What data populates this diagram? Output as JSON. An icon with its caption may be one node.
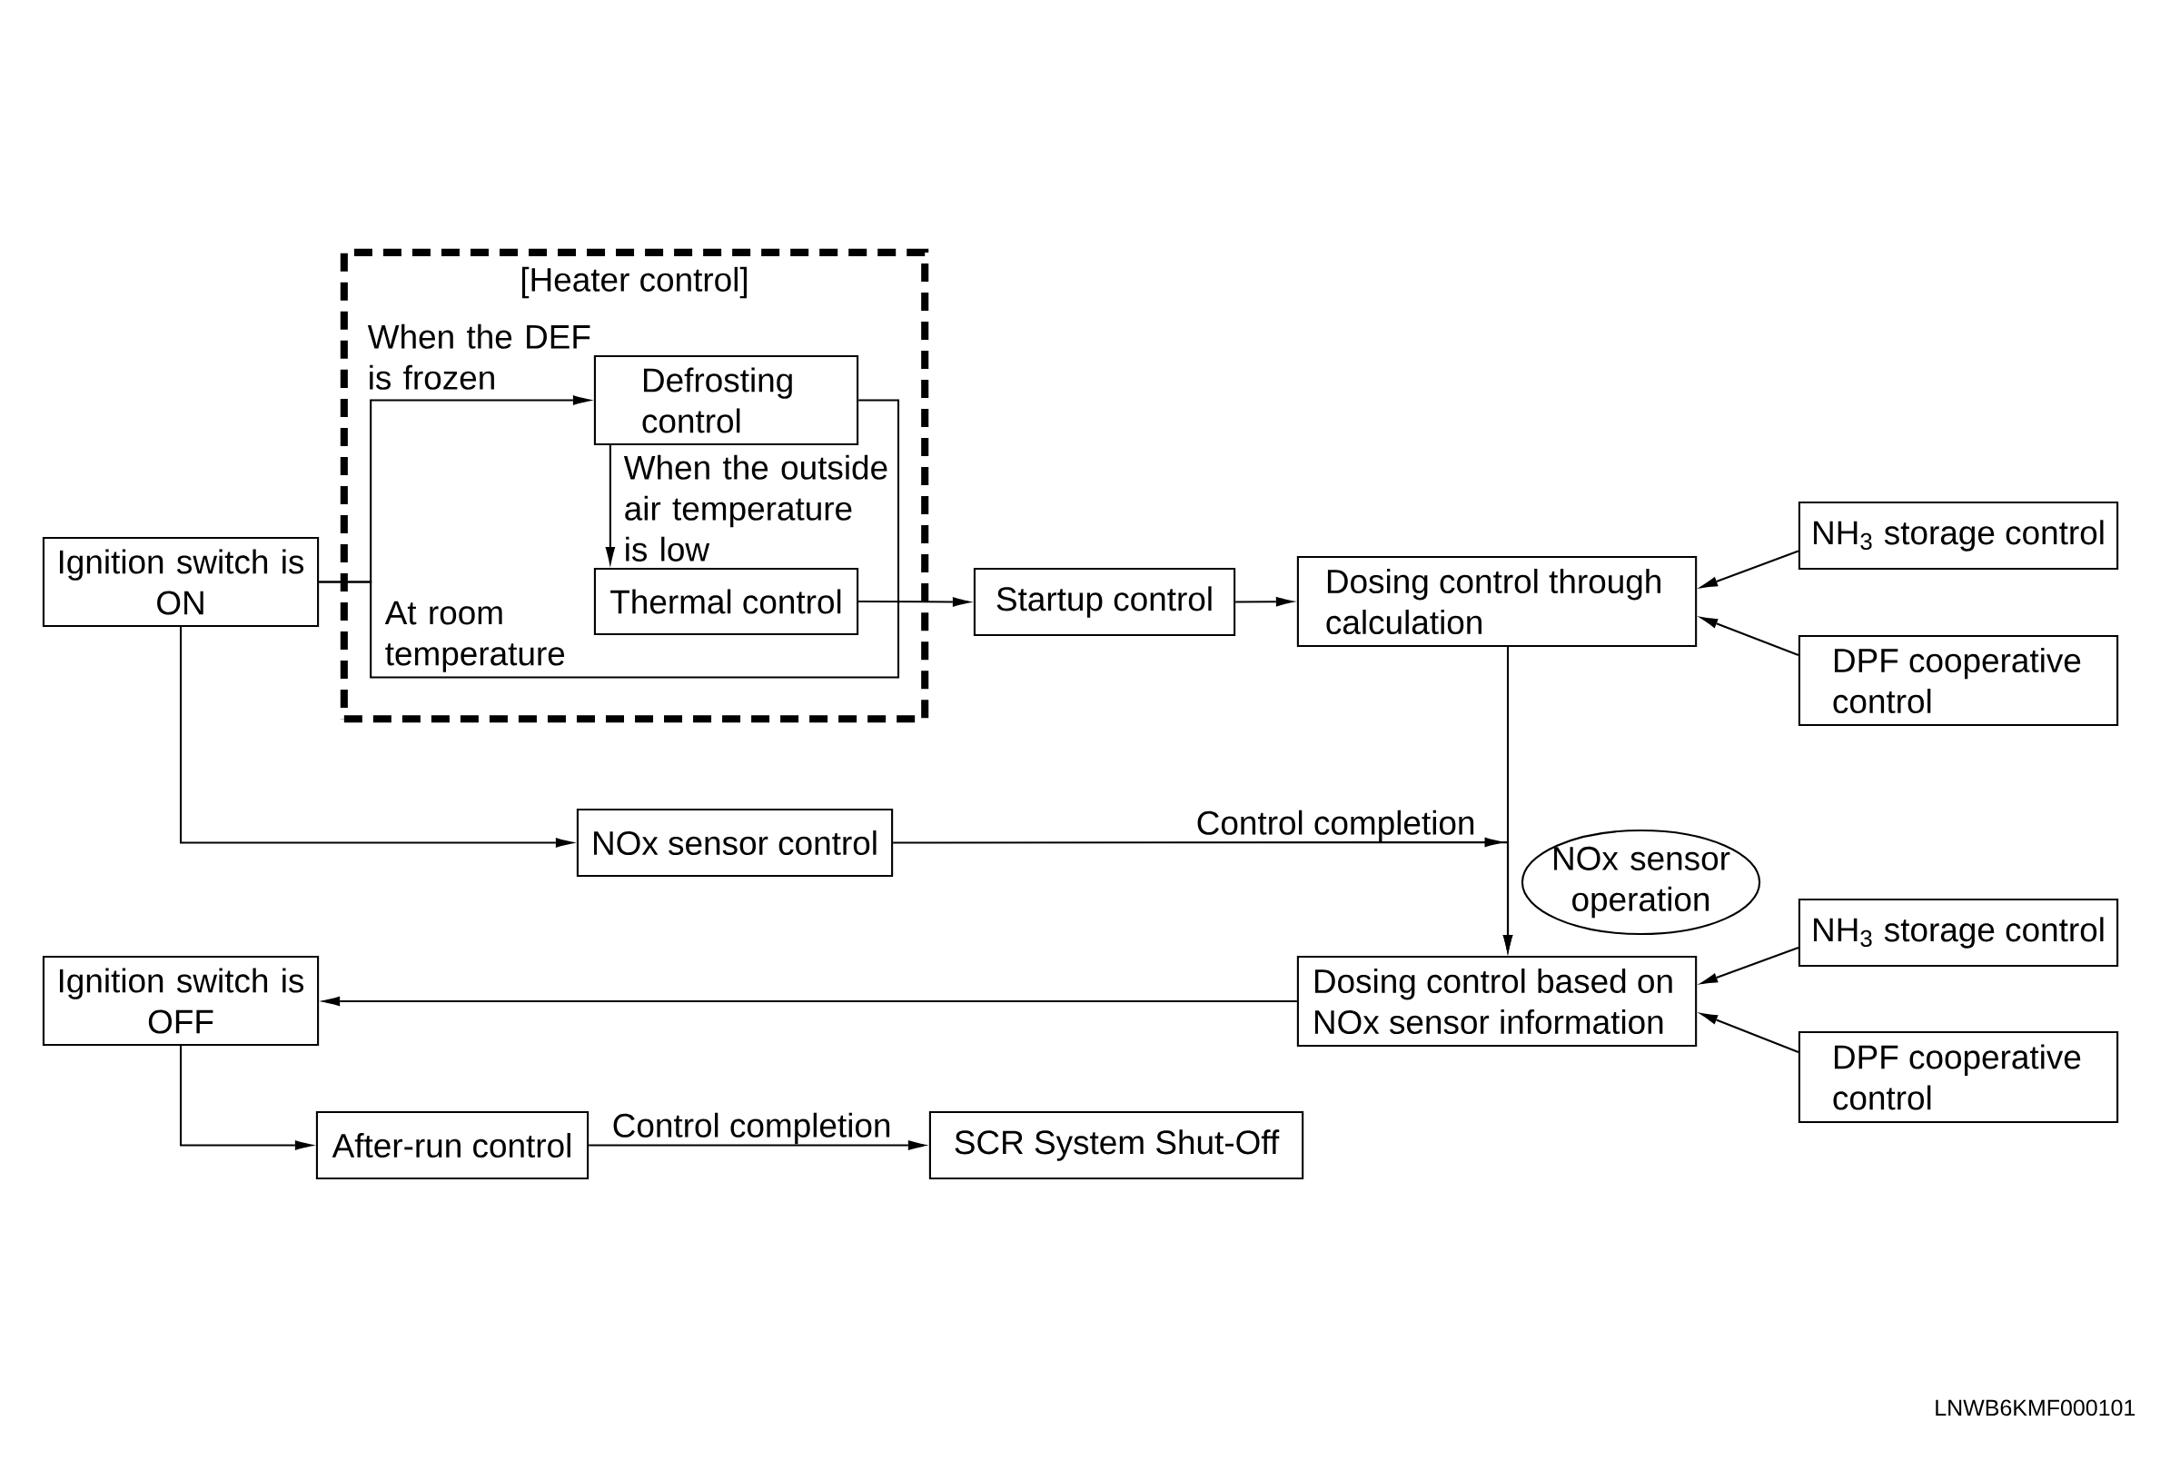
{
  "diagram": {
    "nodes": [
      {
        "text": [
          "Ignition switch is ON"
        ]
      },
      {
        "text": [
          "[Heater control]"
        ]
      },
      {
        "text": [
          "Defrosting control"
        ],
        "in": 1
      },
      {
        "text": [
          "Thermal control"
        ],
        "in": 1
      },
      {
        "text": [
          "Startup control"
        ]
      },
      {
        "text": [
          "Dosing control through calculation"
        ]
      },
      {
        "text": [
          "NH$_{3}$ storage control"
        ]
      },
      {
        "text": [
          "DPF cooperative control"
        ]
      },
      {
        "text": [
          "NOx sensor control"
        ]
      },
      {
        "text": [
          "NOx sensor operation"
        ]
      },
      {
        "text": [
          "Dosing control based on NOx sensor information"
        ]
      },
      {
        "text": [
          "NH$_{3}$ storage control"
        ]
      },
      {
        "text": [
          "DPF cooperative control"
        ]
      },
      {
        "text": [
          "Ignition switch is OFF"
        ]
      },
      {
        "text": [
          "After-run control"
        ]
      },
      {
        "text": [
          "SCR System Shut-Off"
        ]
      }
    ],
    "edges": [
      {
        "from": 0,
        "to": 2,
        "arrow": "to",
        "label": "When the DEF is frozen"
      },
      {
        "from": 2,
        "to": 3,
        "arrow": "to",
        "label": "When the outside air temperature is low"
      },
      {
        "from": 3,
        "to": 4,
        "arrow": "to"
      },
      {
        "from": 0,
        "to": 4,
        "arrow": "to",
        "label": "At room temperature"
      },
      {
        "from": 2,
        "to": 4,
        "arrow": "to"
      },
      {
        "from": 4,
        "to": 5,
        "arrow": "to"
      },
      {
        "from": 6,
        "to": 5,
        "arrow": "to"
      },
      {
        "from": 7,
        "to": 5,
        "arrow": "to"
      },
      {
        "from": 5,
        "to": 10,
        "arrow": "to"
      },
      {
        "from": 0,
        "to": 8,
        "arrow": "to"
      },
      {
        "from": 8,
        "to": 10,
        "arrow": "to",
        "label": "Control completion"
      },
      {
        "from": 11,
        "to": 10,
        "arrow": "to"
      },
      {
        "from": 12,
        "to": 10,
        "arrow": "to"
      },
      {
        "from": 10,
        "to": 13,
        "arrow": "to"
      },
      {
        "from": 13,
        "to": 14,
        "arrow": "to"
      },
      {
        "from": 14,
        "to": 15,
        "arrow": "to",
        "label": "Control completion"
      }
    ],
    "labels": [
      "LNWB6KMF000101"
    ]
  }
}
